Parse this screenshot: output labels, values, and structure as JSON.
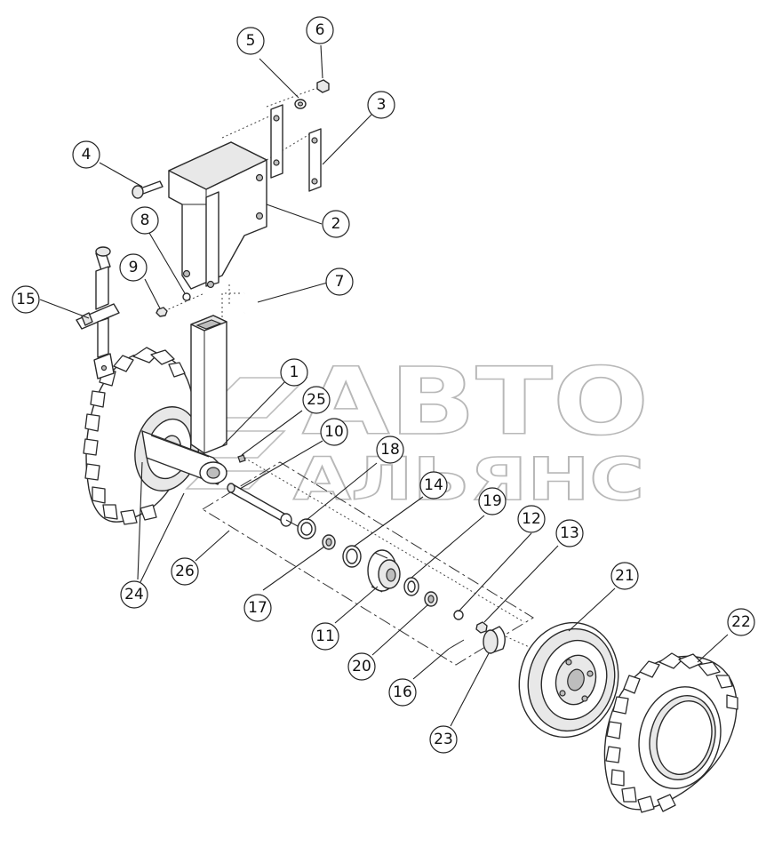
{
  "watermark": {
    "line1": "АВТО",
    "line2": "АЛЬЯНС"
  },
  "callouts": [
    {
      "id": "c1",
      "label": "1"
    },
    {
      "id": "c2",
      "label": "2"
    },
    {
      "id": "c3",
      "label": "3"
    },
    {
      "id": "c4",
      "label": "4"
    },
    {
      "id": "c5",
      "label": "5"
    },
    {
      "id": "c6",
      "label": "6"
    },
    {
      "id": "c7",
      "label": "7"
    },
    {
      "id": "c8",
      "label": "8"
    },
    {
      "id": "c9",
      "label": "9"
    },
    {
      "id": "c10",
      "label": "10"
    },
    {
      "id": "c11",
      "label": "11"
    },
    {
      "id": "c12",
      "label": "12"
    },
    {
      "id": "c13",
      "label": "13"
    },
    {
      "id": "c14",
      "label": "14"
    },
    {
      "id": "c15",
      "label": "15"
    },
    {
      "id": "c16",
      "label": "16"
    },
    {
      "id": "c17",
      "label": "17"
    },
    {
      "id": "c18",
      "label": "18"
    },
    {
      "id": "c19",
      "label": "19"
    },
    {
      "id": "c20",
      "label": "20"
    },
    {
      "id": "c21",
      "label": "21"
    },
    {
      "id": "c22",
      "label": "22"
    },
    {
      "id": "c23",
      "label": "23"
    },
    {
      "id": "c24",
      "label": "24"
    },
    {
      "id": "c25",
      "label": "25"
    },
    {
      "id": "c26",
      "label": "26"
    }
  ]
}
